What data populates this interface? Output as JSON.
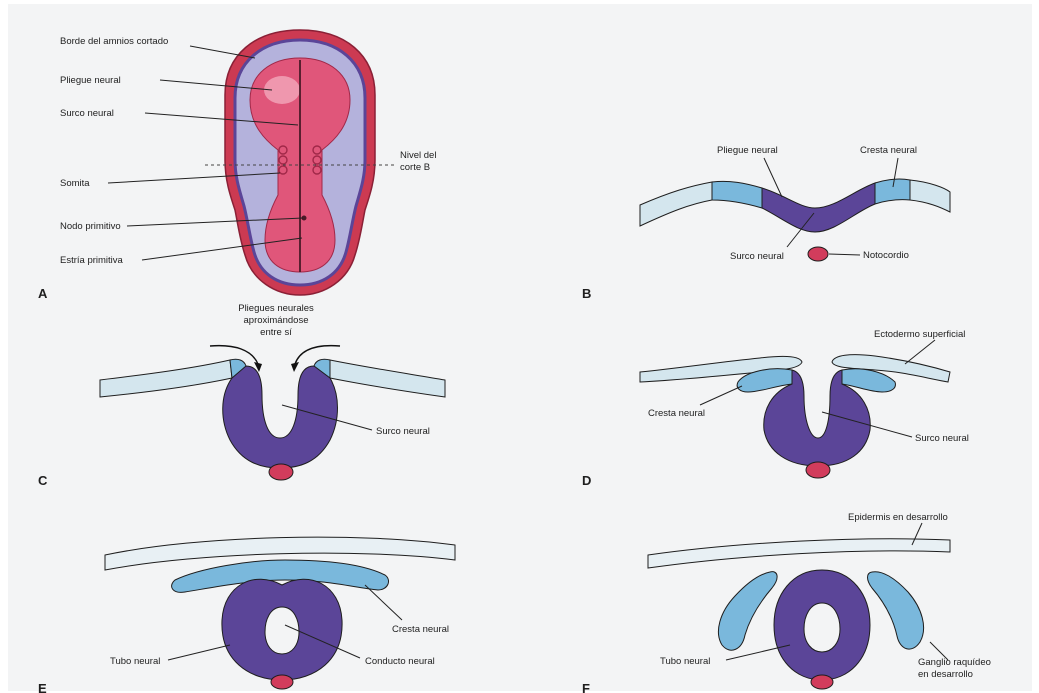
{
  "colors": {
    "background": "#f3f4f5",
    "page": "#ffffff",
    "amnion": "#cc3a52",
    "neural_plate": "#e0567a",
    "neural_plate_light": "#f2a7bb",
    "embryo_blue": "#b4b2dc",
    "neuroectoderm": "#5b4598",
    "crest": "#7ab8dc",
    "ectoderm": "#d4e6ee",
    "notochord": "#d23c5c",
    "outline": "#1e1e1e"
  },
  "panels": {
    "A": {
      "letter": "A",
      "labels": {
        "amnion_edge": "Borde del amnios cortado",
        "neural_fold": "Pliegue neural",
        "neural_groove": "Surco neural",
        "somite": "Somita",
        "primitive_node": "Nodo primitivo",
        "primitive_streak": "Estría primitiva",
        "cut_level_line1": "Nivel del",
        "cut_level_line2": "corte B"
      }
    },
    "B": {
      "letter": "B",
      "labels": {
        "neural_fold": "Pliegue neural",
        "neural_crest": "Cresta neural",
        "neural_groove": "Surco neural",
        "notochord": "Notocordio"
      }
    },
    "C": {
      "letter": "C",
      "labels": {
        "folds_line1": "Pliegues neurales",
        "folds_line2": "aproximándose",
        "folds_line3": "entre sí",
        "neural_groove": "Surco neural"
      }
    },
    "D": {
      "letter": "D",
      "labels": {
        "surface_ectoderm": "Ectodermo superficial",
        "neural_crest": "Cresta neural",
        "neural_groove": "Surco neural"
      }
    },
    "E": {
      "letter": "E",
      "labels": {
        "neural_crest": "Cresta neural",
        "neural_tube": "Tubo neural",
        "neural_canal": "Conducto neural"
      }
    },
    "F": {
      "letter": "F",
      "labels": {
        "epidermis": "Epidermis en desarrollo",
        "neural_tube": "Tubo neural",
        "ganglion_line1": "Ganglio raquídeo",
        "ganglion_line2": "en desarrollo"
      }
    }
  }
}
